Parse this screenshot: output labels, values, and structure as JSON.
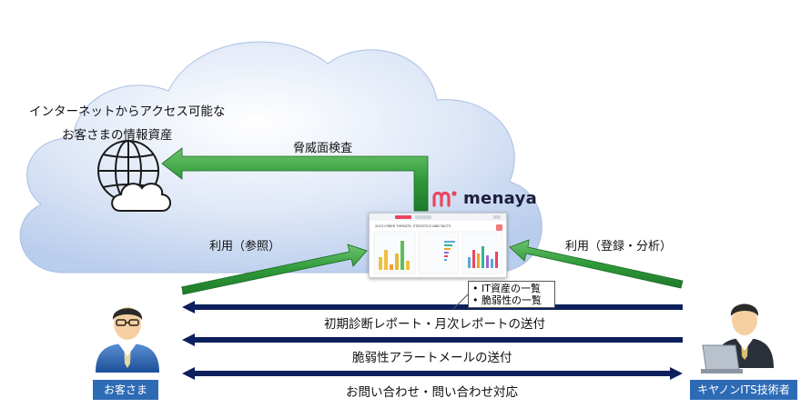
{
  "cloud": {
    "title_line1": "インターネットからアクセス可能な",
    "title_line2": "お客さまの情報資産"
  },
  "arrows": {
    "threat_scan": "脅威面検査",
    "use_reference": "利用（参照）",
    "use_register": "利用（登録・分析）"
  },
  "product": {
    "logo": "menaya",
    "screenshot_heading": "2023 CYBER THREATS, STATISTICS AND FACTS"
  },
  "callout": {
    "items": [
      "IT資産の一覧",
      "脆弱性の一覧"
    ],
    "bullet": "•"
  },
  "flows": {
    "reports": "初期診断レポート・月次レポートの送付",
    "alerts": "脆弱性アラートメールの送付",
    "inquiries": "お問い合わせ・問い合わせ対応"
  },
  "actors": {
    "customer": "お客さま",
    "engineer": "キヤノンITS技術者"
  },
  "colors": {
    "green_arrow": "#2f9a3a",
    "navy_arrow": "#0d1f5c",
    "badge": "#2e6bb5",
    "cloud_fill": "#c9d9f1"
  }
}
